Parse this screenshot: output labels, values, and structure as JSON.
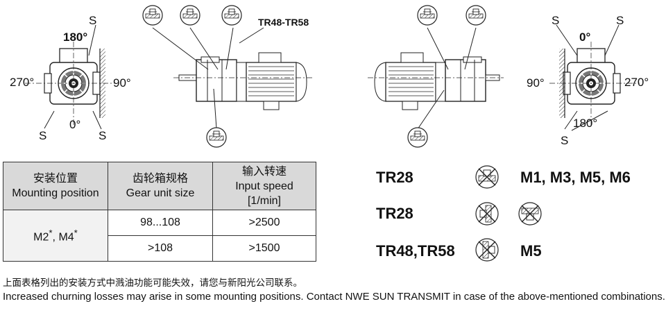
{
  "left_view": {
    "label_s": "S",
    "angle_top": "180°",
    "angle_left": "270°",
    "angle_right": "90°",
    "angle_bottom": "0°"
  },
  "side_view_left": {
    "model_note": "TR48-TR58"
  },
  "right_view": {
    "label_s": "S",
    "angle_top": "0°",
    "angle_left": "90°",
    "angle_right": "270°",
    "angle_bottom": "180°"
  },
  "table": {
    "col1_zh": "安装位置",
    "col1_en": "Mounting position",
    "col2_zh": "齿轮箱规格",
    "col2_en": "Gear unit size",
    "col3_zh": "输入转速",
    "col3_en": "Input speed",
    "col3_unit": "[1/min]",
    "position_main": "M2",
    "position_sep": ", M4",
    "asterisk": "*",
    "rows": [
      {
        "size": "98...108",
        "speed": ">2500"
      },
      {
        "size": ">108",
        "speed": ">1500"
      }
    ]
  },
  "legend": [
    {
      "model": "TR28",
      "positions": "M1, M3, M5, M6"
    },
    {
      "model": "TR28",
      "positions": ""
    },
    {
      "model": "TR48,TR58",
      "positions": "M5"
    }
  ],
  "notes": {
    "zh": "上面表格列出的安装方式中溅油功能可能失效，请您与新阳光公司联系。",
    "en": "Increased churning losses may arise in some mounting positions. Contact NWE SUN TRANSMIT in case of the above-mentioned combinations."
  }
}
